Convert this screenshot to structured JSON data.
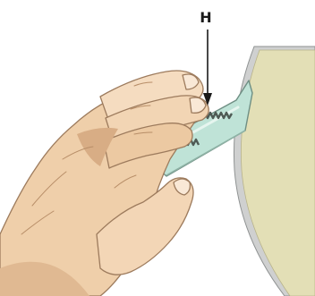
{
  "figure": {
    "callout": {
      "label": "H"
    },
    "colors": {
      "surface_fill": "#e3dfb6",
      "surface_rim": "#cfd0d0",
      "part_fill": "#bfe3d7",
      "part_stroke": "#6f8f84",
      "teeth": "#4e5a54",
      "skin_light": "#f5dcc0",
      "skin_mid": "#e7c29a",
      "skin_shadow": "#d2a57e",
      "skin_outline": "#9d7b5d",
      "leader": "#1a1a1a"
    },
    "icons": {
      "hand": "hand-illustration",
      "part": "clip-part-illustration",
      "arrow": "leader-arrow"
    }
  }
}
